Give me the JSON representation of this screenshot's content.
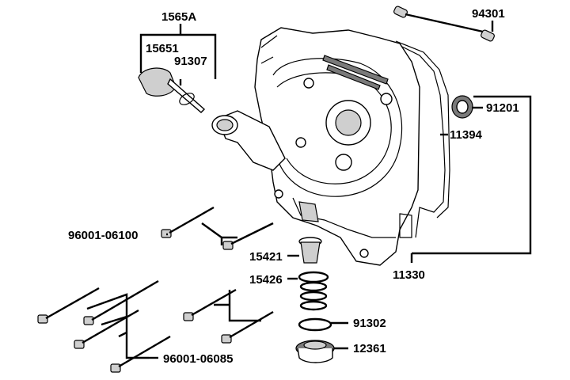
{
  "callouts": {
    "kit": "1565A",
    "dipstick": "15651",
    "dipstick_oring": "91307",
    "dowel_pin": "94301",
    "oil_seal": "91201",
    "gasket": "11394",
    "strainer": "15421",
    "spring": "15426",
    "drain_oring": "91302",
    "drain_plug": "12361",
    "cover": "11330",
    "bolt_long": "96001-06100",
    "bolt_short": "96001-06085"
  }
}
